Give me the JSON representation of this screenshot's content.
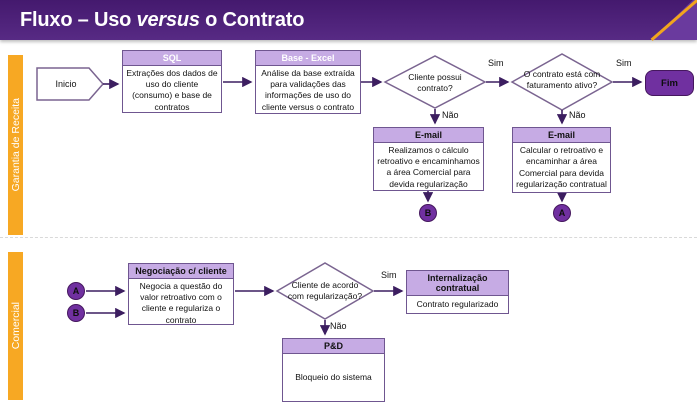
{
  "title": {
    "prefix": "Fluxo – Uso ",
    "italic": "versus",
    "suffix": " o Contrato"
  },
  "lanes": [
    {
      "label": "Garantia de Receita"
    },
    {
      "label": "Comercial"
    }
  ],
  "flow": {
    "start_label": "Inicio",
    "end_label": "Fim",
    "yes_label": "Sim",
    "no_label": "Não",
    "connector_a": "A",
    "connector_b": "B",
    "boxes": {
      "sql": {
        "header": "SQL",
        "body": "Extrações dos dados de uso do cliente (consumo) e base de contratos"
      },
      "base_excel": {
        "header": "Base - Excel",
        "body": "Análise da base extraída para validações das informações de uso do cliente versus o contrato"
      },
      "email_left": {
        "header": "E-mail",
        "body": "Realizamos o cálculo retroativo e encaminhamos a área Comercial para devida regularização"
      },
      "email_right": {
        "header": "E-mail",
        "body": "Calcular o retroativo e encaminhar a área Comercial para devida regularização contratual"
      },
      "negociacao": {
        "header": "Negociação c/ cliente",
        "body": "Negocia a questão do valor retroativo com o cliente e regulariza o contrato"
      },
      "internalizacao": {
        "header": "Internalização contratual",
        "body": "Contrato regularizado"
      },
      "ped": {
        "header": "P&D",
        "body": "Bloqueio do sistema"
      }
    },
    "decisions": {
      "d1": "Cliente possui contrato?",
      "d2": "O contrato está com faturamento ativo?",
      "d3": "Cliente de acordo com regularização?"
    }
  },
  "colors": {
    "band_purple": "#4b2177",
    "corner_light_purple": "#6a3a9e",
    "accent_orange": "#f7a823",
    "shape_header_purple": "#c6abe4",
    "shape_border_purple": "#6f5690",
    "solid_purple": "#7030a0",
    "arrow_purple": "#3c1e60"
  }
}
